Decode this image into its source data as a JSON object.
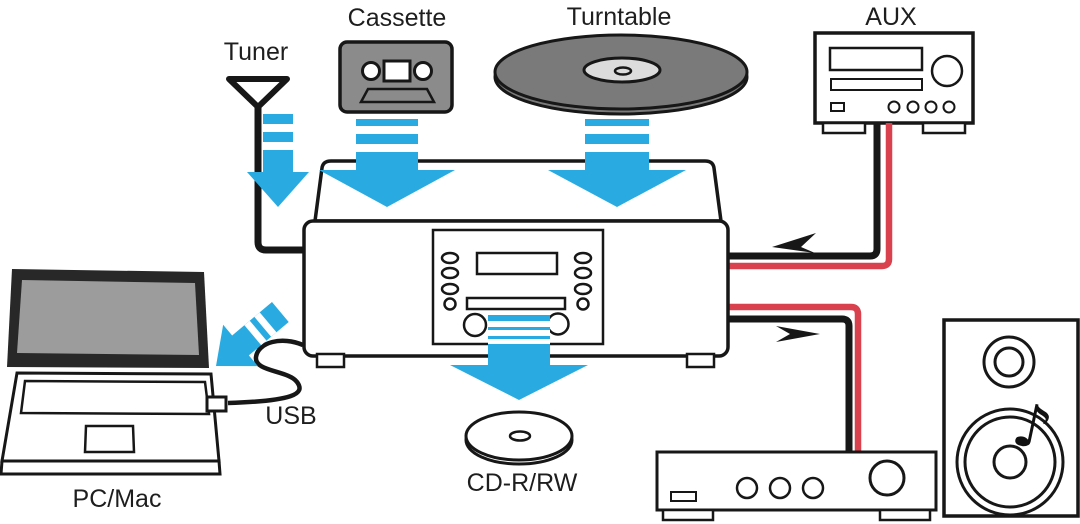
{
  "colors": {
    "arrow-blue": "#29ABE2",
    "cable-red": "#D8414D",
    "line-black": "#171717",
    "device-gray": "#8B8B8B",
    "record-gray": "#7A7A7A",
    "record-label-gray": "#DCDCDC",
    "screen-gray": "#9C9C9C",
    "text-color": "#1E1E1E"
  },
  "labels": {
    "tuner": "Tuner",
    "cassette": "Cassette",
    "turntable": "Turntable",
    "aux": "AUX",
    "usb": "USB",
    "pc": "PC/Mac",
    "disc": "CD-R/RW"
  },
  "connections": [
    {
      "from": "Tuner",
      "to": "cd-recorder",
      "style": "blue-arrow-down"
    },
    {
      "from": "Cassette",
      "to": "cd-recorder",
      "style": "blue-arrow-down"
    },
    {
      "from": "Turntable",
      "to": "cd-recorder",
      "style": "blue-arrow-down"
    },
    {
      "from": "AUX",
      "to": "cd-recorder",
      "style": "red-black-cable-left-arrow"
    },
    {
      "from": "cd-recorder",
      "to": "CD-R/RW",
      "style": "blue-arrow-down"
    },
    {
      "from": "cd-recorder",
      "to": "PC/Mac",
      "style": "usb-cable-blue-arrow"
    },
    {
      "from": "cd-recorder",
      "to": "amplifier",
      "style": "red-black-cable-right-arrow"
    }
  ]
}
